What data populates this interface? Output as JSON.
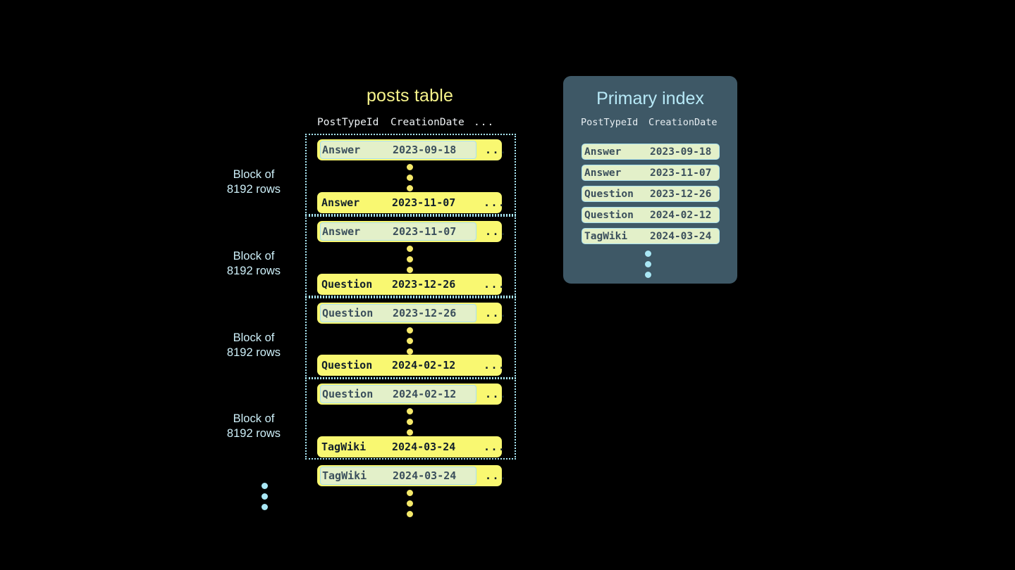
{
  "posts_table": {
    "title": "posts table",
    "columns": [
      "PostTypeId",
      "CreationDate",
      "..."
    ],
    "blocks": [
      {
        "label_line1": "Block of",
        "label_line2": "8192 rows",
        "first_row": {
          "type": "Answer",
          "date": "2023-09-18",
          "more": "...",
          "highlighted": true
        },
        "last_row": {
          "type": "Answer",
          "date": "2023-11-07",
          "more": "...",
          "highlighted": false
        }
      },
      {
        "label_line1": "Block of",
        "label_line2": "8192 rows",
        "first_row": {
          "type": "Answer",
          "date": "2023-11-07",
          "more": "...",
          "highlighted": true
        },
        "last_row": {
          "type": "Question",
          "date": "2023-12-26",
          "more": "...",
          "highlighted": false
        }
      },
      {
        "label_line1": "Block of",
        "label_line2": "8192 rows",
        "first_row": {
          "type": "Question",
          "date": "2023-12-26",
          "more": "...",
          "highlighted": true
        },
        "last_row": {
          "type": "Question",
          "date": "2024-02-12",
          "more": "...",
          "highlighted": false
        }
      },
      {
        "label_line1": "Block of",
        "label_line2": "8192 rows",
        "first_row": {
          "type": "Question",
          "date": "2024-02-12",
          "more": "...",
          "highlighted": true
        },
        "last_row": {
          "type": "TagWiki",
          "date": "2024-03-24",
          "more": "...",
          "highlighted": false
        }
      }
    ],
    "trailing_row": {
      "type": "TagWiki",
      "date": "2024-03-24",
      "more": "...",
      "highlighted": true
    }
  },
  "primary_index": {
    "title": "Primary index",
    "columns": [
      "PostTypeId",
      "CreationDate"
    ],
    "rows": [
      {
        "type": "Answer",
        "date": "2023-09-18"
      },
      {
        "type": "Answer",
        "date": "2023-11-07"
      },
      {
        "type": "Question",
        "date": "2023-12-26"
      },
      {
        "type": "Question",
        "date": "2024-02-12"
      },
      {
        "type": "TagWiki",
        "date": "2024-03-24"
      }
    ]
  },
  "colors": {
    "background": "#000000",
    "row_yellow": "#f9f871",
    "highlight_green": "#e3f0c9",
    "highlight_border": "#a9e0ee",
    "panel_slate": "#3e5866",
    "accent_blue": "#a9e7f5",
    "title_yellow": "#f7f48b",
    "index_title_blue": "#b7e9f7",
    "row_text": "#12202b",
    "highlight_text": "#3b4f5c"
  }
}
